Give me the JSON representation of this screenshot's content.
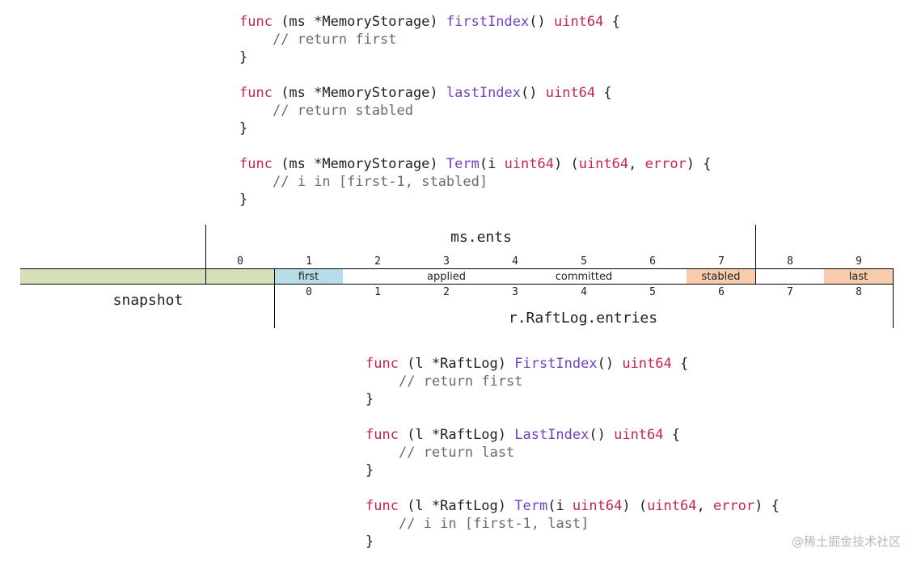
{
  "code_top": [
    {
      "kw": "func",
      "recv": " (ms *MemoryStorage) ",
      "fn": "firstIndex",
      "rest": "() ",
      "ret": "uint64",
      "end": " {",
      "comment": "// return first",
      "close": "}"
    },
    {
      "kw": "func",
      "recv": " (ms *MemoryStorage) ",
      "fn": "lastIndex",
      "rest": "() ",
      "ret": "uint64",
      "end": " {",
      "comment": "// return stabled",
      "close": "}"
    },
    {
      "kw": "func",
      "recv": " (ms *MemoryStorage) ",
      "fn": "Term",
      "p1": "(i ",
      "t1": "uint64",
      "p2": ") (",
      "t2": "uint64",
      "p3": ", ",
      "t3": "error",
      "p4": ") {",
      "comment": "// i in [first-1, stabled]",
      "close": "}"
    }
  ],
  "code_bottom": [
    {
      "kw": "func",
      "recv": " (l *RaftLog) ",
      "fn": "FirstIndex",
      "rest": "() ",
      "ret": "uint64",
      "end": " {",
      "comment": "// return first",
      "close": "}"
    },
    {
      "kw": "func",
      "recv": " (l *RaftLog) ",
      "fn": "LastIndex",
      "rest": "() ",
      "ret": "uint64",
      "end": " {",
      "comment": "// return last",
      "close": "}"
    },
    {
      "kw": "func",
      "recv": " (l *RaftLog) ",
      "fn": "Term",
      "p1": "(i ",
      "t1": "uint64",
      "p2": ") (",
      "t2": "uint64",
      "p3": ", ",
      "t3": "error",
      "p4": ") {",
      "comment": "// i in [first-1, last]",
      "close": "}"
    }
  ],
  "diagram": {
    "ms_ents_title": "ms.ents",
    "raftlog_title": "r.RaftLog.entries",
    "snapshot_label": "snapshot",
    "top_indices": [
      "0",
      "1",
      "2",
      "3",
      "4",
      "5",
      "6",
      "7",
      "8",
      "9"
    ],
    "bottom_indices": [
      "0",
      "1",
      "2",
      "3",
      "4",
      "5",
      "6",
      "7",
      "8"
    ],
    "labels": {
      "first": "first",
      "applied": "applied",
      "committed": "committed",
      "stabled": "stabled",
      "last": "last"
    },
    "colors": {
      "snapshot": "#d6e0b8",
      "first": "#b6dde8",
      "stabled": "#f8cbad",
      "last": "#f8cbad"
    }
  },
  "watermark": "@稀土掘金技术社区"
}
